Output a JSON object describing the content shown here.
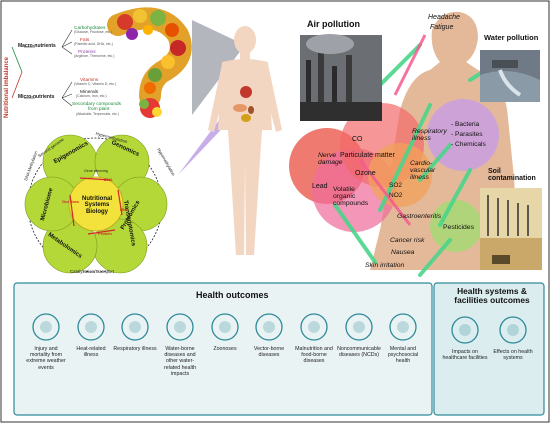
{
  "colors": {
    "outcome_teal": "#2e8a99",
    "outcome_panel_bg": "#eaf3f4",
    "systems_panel_bg": "#dfeef0",
    "petal_green": "#b6d93b",
    "center_yellow": "#f3e23c",
    "pollutant_red": "#e8504a",
    "pollutant_pink": "#ec6e9c",
    "pollutant_purple": "#b88ee2",
    "pollutant_orange": "#f3a85b",
    "arrow_green": "#4fd18b",
    "skin": "#f2d4bd",
    "nutrition_red": "#c0392b",
    "nutrition_green": "#1e8a3a"
  },
  "nutrition": {
    "title": "Nutritional imbalance",
    "macro_label": "Macro-nutrients",
    "micro_label": "Micro-nutrients",
    "macro_items": [
      {
        "name": "Carbohydrates",
        "sub": "(Glucose, Fructose, etc.)"
      },
      {
        "name": "Fats",
        "sub": "(Palmitic acid, DHA, etc.)"
      },
      {
        "name": "Proteins",
        "sub": "(Arginine, Threonine, etc.)"
      }
    ],
    "micro_items": [
      {
        "name": "Vitamins",
        "sub": "(Vitamin C, Vitamin D, etc.)"
      },
      {
        "name": "Minerals",
        "sub": "(Calcium, Iron, etc.)"
      },
      {
        "name": "Secondary compounds",
        "sub": "from plant"
      },
      {
        "name": "",
        "sub": "(Alkaloids, Terpenoids, etc.)"
      }
    ]
  },
  "systems_biology": {
    "center": "Nutritional Systems Biology",
    "petals": [
      "Epigenomics",
      "Genomics",
      "Transcriptomics",
      "Proteomics",
      "Metabolomics",
      "Microbiome"
    ],
    "outer_labels": [
      "Hypermethylation",
      "Hypomethylation",
      "Catalyzation/Transport",
      "Gene silencing",
      "Second genome",
      "DNA Methylation"
    ],
    "inner_labels": [
      "DNA",
      "RNA",
      "Protein",
      "Gut flora"
    ]
  },
  "environment": {
    "air_pollution": "Air pollution",
    "water_pollution": "Water pollution",
    "soil_contamination": "Soil contamination",
    "symptoms": {
      "headache": "Headache",
      "fatigue": "Fatigue",
      "respiratory": "Respiratory illness",
      "nerve": "Nerve damage",
      "cardio": "Cardio-vascular illness",
      "gastro": "Gastroenteritis",
      "cancer": "Cancer risk",
      "nausea": "Nausea",
      "skin": "Skin irritation"
    },
    "pollutants": {
      "co": "CO",
      "pm": "Particulate matter",
      "ozone": "Ozone",
      "so2": "SO2",
      "no2": "NO2",
      "lead": "Lead",
      "voc": "Volatile organic compounds",
      "bacteria": "- Bacteria",
      "parasites": "- Parasites",
      "chemicals": "- Chemicals",
      "pesticides": "Pesticides"
    }
  },
  "health_outcomes": {
    "title": "Health outcomes",
    "items": [
      {
        "label": "Injury and mortality from extreme weather events",
        "icon": "person-injury-icon"
      },
      {
        "label": "Heat-related illness",
        "icon": "thermometer-icon"
      },
      {
        "label": "Respiratory illness",
        "icon": "lungs-icon"
      },
      {
        "label": "Water-borne diseases and other water-related health impacts",
        "icon": "water-drop-icon"
      },
      {
        "label": "Zoonoses",
        "icon": "animals-icon"
      },
      {
        "label": "Vector-borne diseases",
        "icon": "mosquito-icon"
      },
      {
        "label": "Malnutrition and food-borne diseases",
        "icon": "food-icon"
      },
      {
        "label": "Noncommunicable diseases (NCDs)",
        "icon": "heart-pulse-icon"
      },
      {
        "label": "Mental and psychosocial health",
        "icon": "head-brain-icon"
      }
    ]
  },
  "health_systems": {
    "title": "Health systems & facilities outcomes",
    "items": [
      {
        "label": "Impacts on healthcare facilities",
        "icon": "hospital-icon"
      },
      {
        "label": "Effects on health systems",
        "icon": "health-system-icon"
      }
    ]
  }
}
